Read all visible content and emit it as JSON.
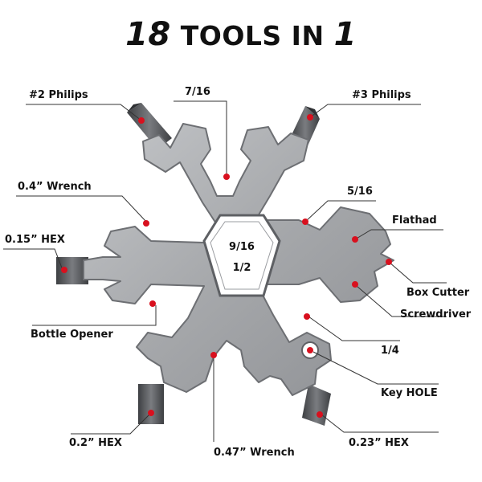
{
  "title": {
    "count": "18",
    "middle": "TOOLS IN",
    "one": "1"
  },
  "center": {
    "size_a": "9/16",
    "size_b": "1/2"
  },
  "labels": {
    "phillips2": "#2 Philips",
    "size_7_16": "7/16",
    "phillips3": "#3 Philips",
    "wrench_04": "0.4”  Wrench",
    "size_5_16": "5/16",
    "flathead": "Flathad",
    "hex_015": "0.15”  HEX",
    "box_cutter": "Box Cutter",
    "screwdriver": "Screwdriver",
    "bottle_opener": "Bottle Opener",
    "size_1_4": "1/4",
    "key_hole": "Key HOLE",
    "hex_02": "0.2”  HEX",
    "wrench_047": "0.47”  Wrench",
    "hex_023": "0.23”  HEX"
  },
  "colors": {
    "metal": "#a9abae",
    "metal_dark": "#6d6f73",
    "bit": "#4f5154",
    "marker": "#d8101e",
    "line": "#333333"
  }
}
